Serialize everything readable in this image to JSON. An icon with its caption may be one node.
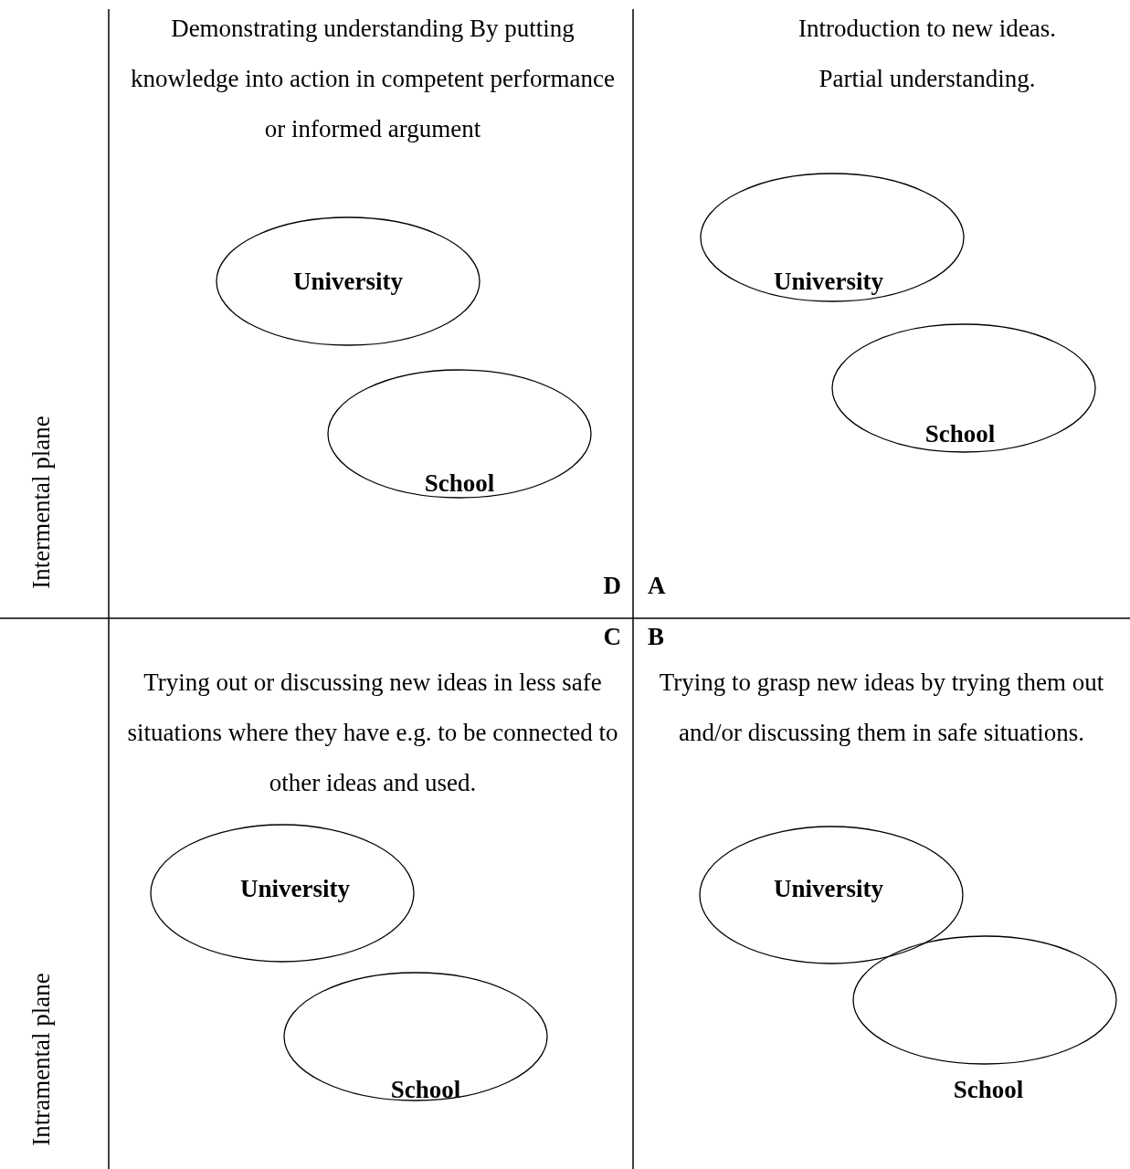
{
  "diagram": {
    "nodes": [
      {
        "text": [
          "University"
        ]
      },
      {
        "text": [
          "School"
        ]
      },
      {
        "text": [
          "University"
        ]
      },
      {
        "text": [
          "School"
        ]
      },
      {
        "text": [
          "University"
        ]
      },
      {
        "text": [
          "School"
        ]
      },
      {
        "text": [
          "University"
        ]
      },
      {
        "text": [
          "School"
        ]
      }
    ],
    "labels": [
      "Demonstrating understanding By putting knowledge into action in competent performance or informed argument",
      "Introduction to new ideas.",
      "Partial understanding.",
      "Intermental plane",
      "D",
      "A",
      "C",
      "B",
      "Trying out or discussing new ideas in less safe situations where they have e.g. to be connected to other ideas and used.",
      "Trying to grasp new ideas by trying them out and/or discussing them in safe situations.",
      "Intramental plane"
    ]
  }
}
